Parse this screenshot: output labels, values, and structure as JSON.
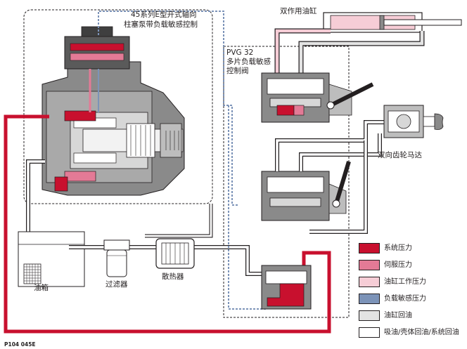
{
  "labels": {
    "pump_title_line1": "45系列E型开式轴向",
    "pump_title_line2": "柱塞泵带负载敏感控制",
    "cylinder": "双作用油缸",
    "valve_line1": "PVG 32",
    "valve_line2": "多片负载敏感",
    "valve_line3": "控制阀",
    "motor": "双向齿轮马达",
    "tank": "油箱",
    "filter": "过滤器",
    "cooler": "散热器",
    "code": "P104 045E"
  },
  "legend": [
    {
      "label": "系统压力",
      "color": "#c8102e"
    },
    {
      "label": "伺服压力",
      "color": "#e37a96"
    },
    {
      "label": "油缸工作压力",
      "color": "#f6cdd6"
    },
    {
      "label": "负载敏感压力",
      "color": "#7c93b8"
    },
    {
      "label": "油缸回油",
      "color": "#e3e3e3"
    },
    {
      "label": "吸油/壳体回油/系统回油",
      "color": "#ffffff"
    }
  ],
  "colors": {
    "system_pressure": "#c8102e",
    "servo_pressure": "#e37a96",
    "cylinder_pressure": "#f6cdd6",
    "load_sense": "#7c93b8",
    "return": "#e3e3e3",
    "suction": "#ffffff",
    "housing": "#8a8a8a",
    "outline": "#231f20"
  }
}
